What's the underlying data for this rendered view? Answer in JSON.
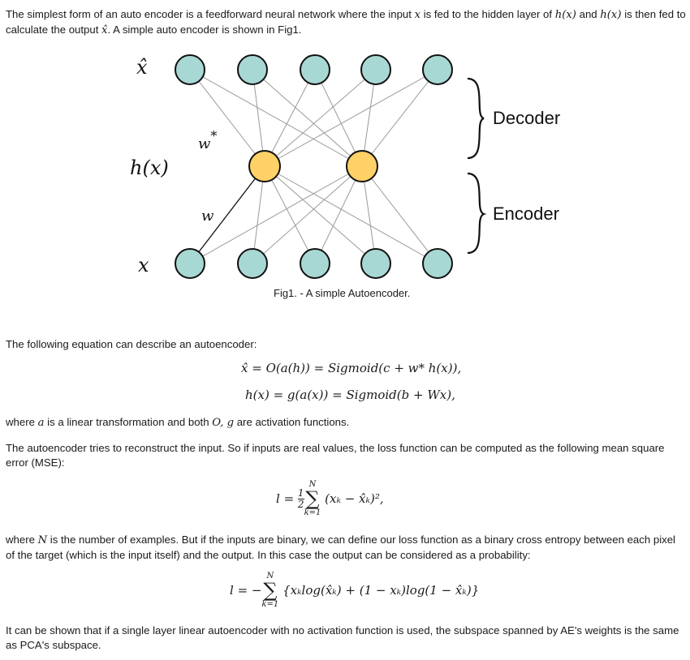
{
  "intro": {
    "t1": "The simplest form of an auto encoder is a feedforward neural network where the input ",
    "x": "x",
    "t2": " is fed to the hidden layer of ",
    "hx1": "h(x)",
    "t3": " and ",
    "hx2": "h(x)",
    "t4": " is then fed to calculate the output ",
    "xhat": "x̂",
    "t5": ". A simple auto encoder is shown in Fig1."
  },
  "figure": {
    "label_xhat": "x̂",
    "label_wstar": "w",
    "label_wstar_sup": "*",
    "label_hx": "h(x)",
    "label_w": "w",
    "label_x": "x",
    "decoder_label": "Decoder",
    "encoder_label": "Encoder",
    "caption": "Fig1. - A simple Autoencoder.",
    "colors": {
      "io_node": "#a8d8d4",
      "hidden_node": "#ffd166",
      "edge": "#9a9a9a"
    }
  },
  "section2": {
    "lead": "The following equation can describe an autoencoder:",
    "eq1": "x̂ = O(a(h)) = Sigmoid(c + w* h(x)),",
    "eq2": "h(x) = g(a(x)) = Sigmoid(b + Wx),",
    "where_t1": "where ",
    "where_a": "a",
    "where_t2": " is a linear transformation and both ",
    "where_og": "O, g",
    "where_t3": " are activation functions."
  },
  "section3": {
    "text": "The autoencoder tries to reconstruct the input. So if inputs are real values, the loss function can be computed as the following mean square error (MSE):",
    "mse_lhs": "l =",
    "mse_num": "1",
    "mse_den": "2",
    "mse_top": "N",
    "mse_bot": "k=1",
    "mse_body": "(xₖ − x̂ₖ)², "
  },
  "section4": {
    "t1": "where ",
    "N": "N",
    "t2": " is the number of examples. But if the inputs are binary, we can define our loss function as a binary cross entropy between each pixel of the target (which is the input itself) and the output. In this case the output can be considered as a probability:",
    "bce_lhs": "l = −",
    "bce_top": "N",
    "bce_bot": "k=1",
    "bce_body": "{xₖlog(x̂ₖ) + (1 − xₖ)log(1 − x̂ₖ)}"
  },
  "section5": {
    "text": "It can be shown that if a single layer linear autoencoder with no activation function is used, the subspace spanned by AE's weights is the same as PCA's subspace."
  }
}
